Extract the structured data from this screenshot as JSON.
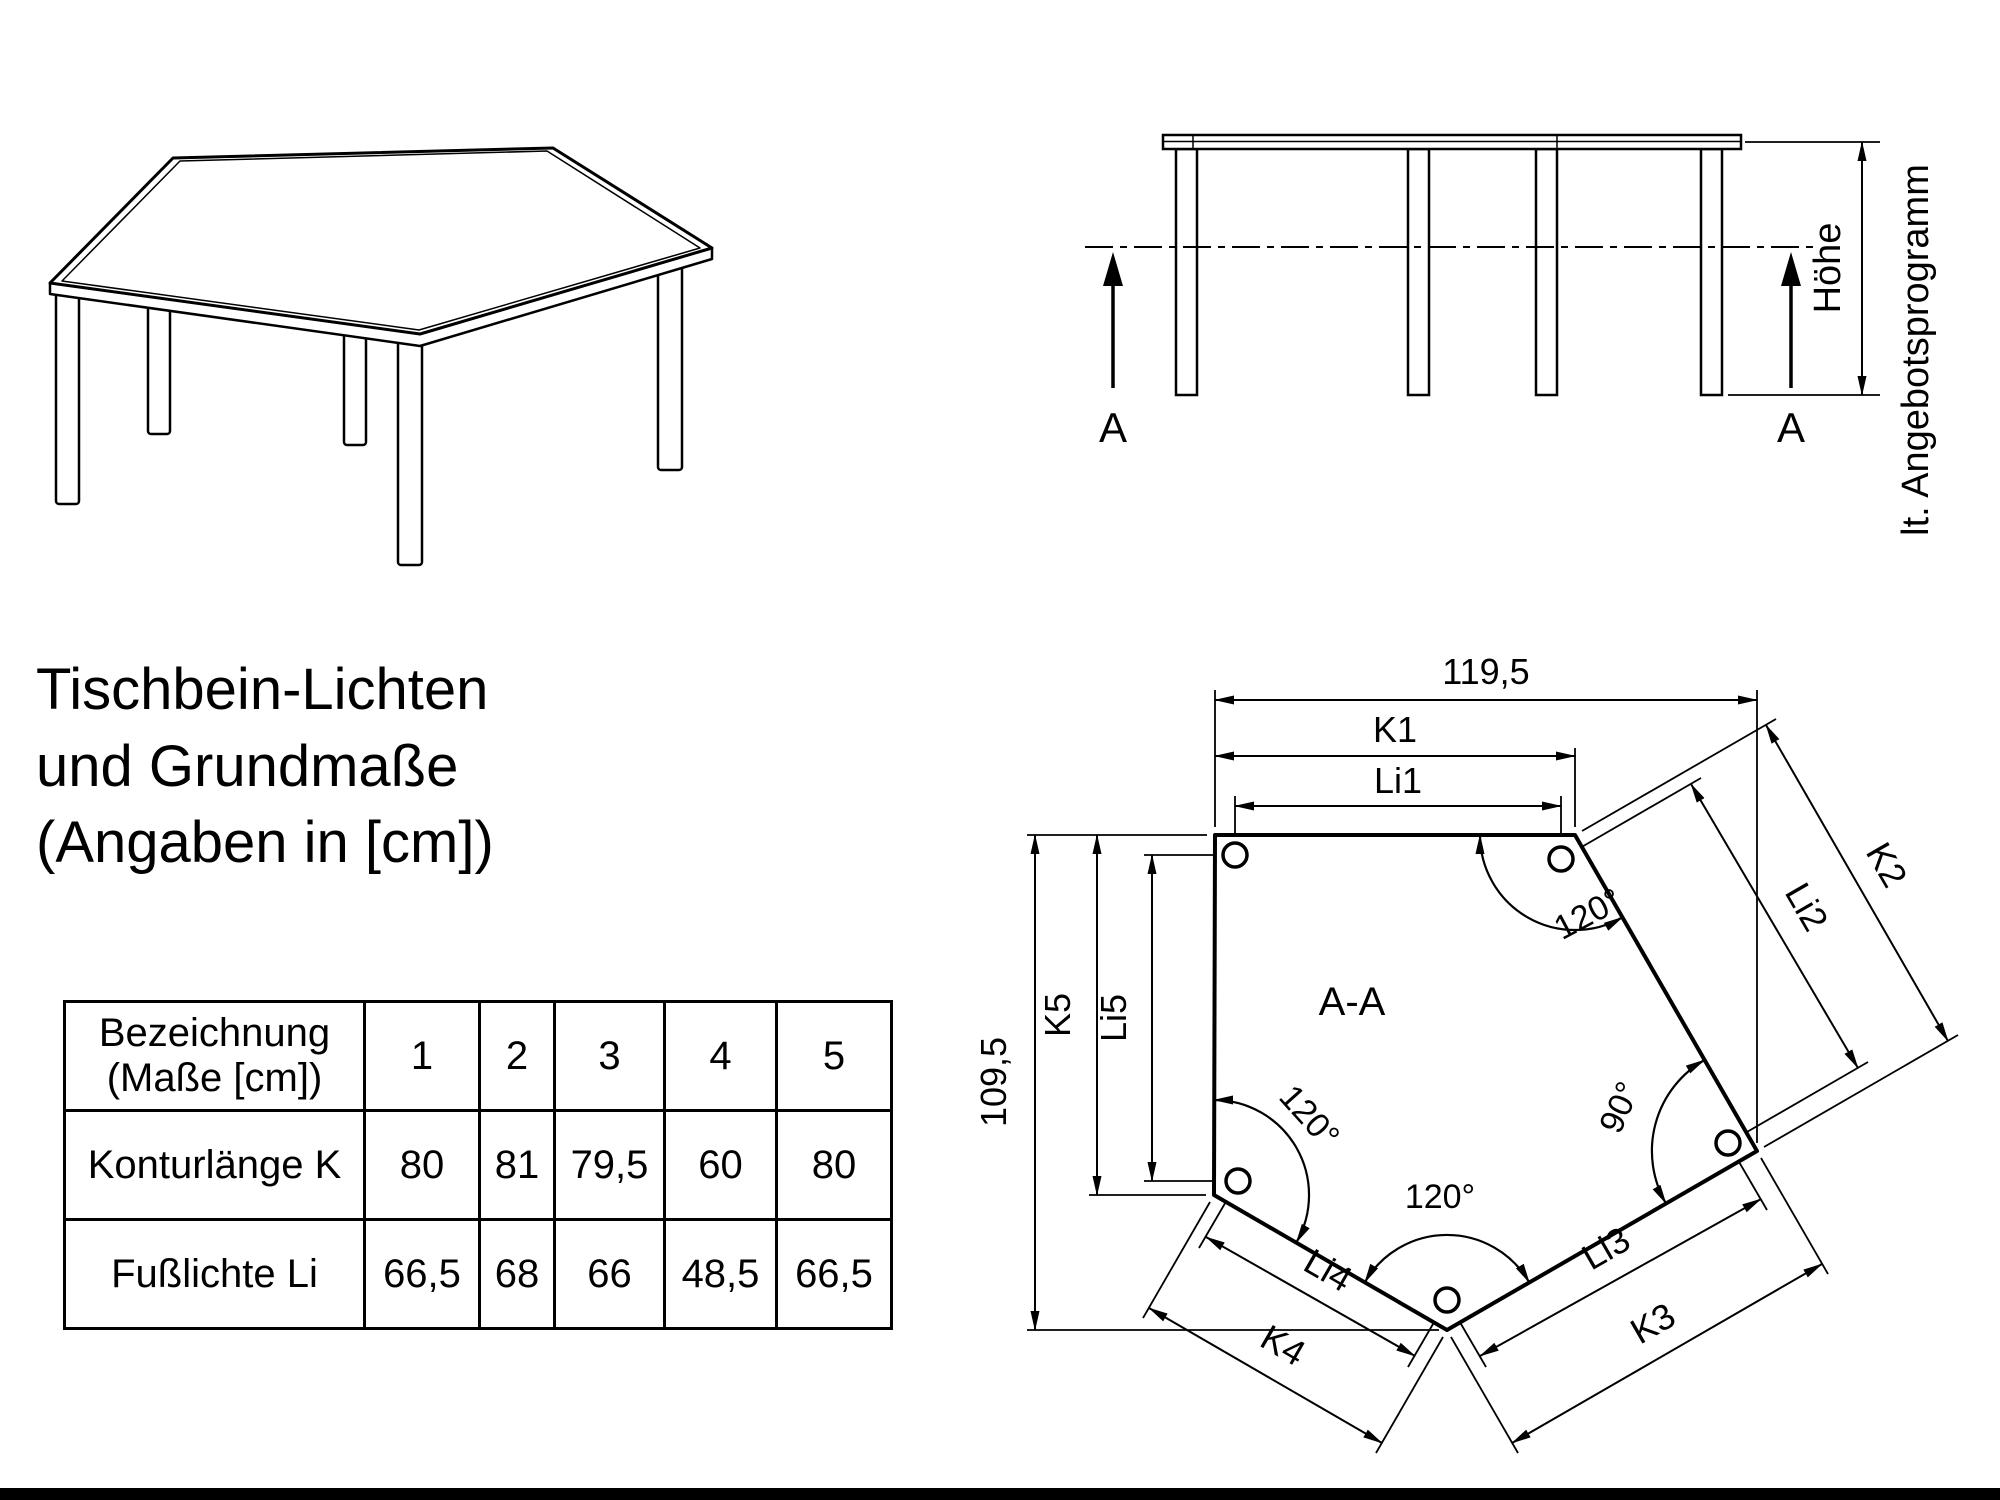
{
  "colors": {
    "ink": "#000000",
    "paper": "#ffffff"
  },
  "title": {
    "line1": "Tischbein-Lichten",
    "line2": "und Grundmaße",
    "line3": "(Angaben in [cm])"
  },
  "side_view": {
    "section_arrow_left": "A",
    "section_arrow_right": "A",
    "height_dim": "Höhe",
    "program_note": "lt. Angebotsprogramm"
  },
  "plan_view": {
    "section_title": "A-A",
    "overall_width": "119,5",
    "overall_height": "109,5",
    "k1": "K1",
    "li1": "Li1",
    "k2": "K2",
    "li2": "Li2",
    "k3": "K3",
    "li3": "Li3",
    "k4": "K4",
    "li4": "Li4",
    "k5": "K5",
    "li5": "Li5",
    "angle_top_right": "120°",
    "angle_left": "120°",
    "angle_bottom": "120°",
    "angle_right": "90°"
  },
  "table": {
    "header_label_line1": "Bezeichnung",
    "header_label_line2": "(Maße [cm])",
    "columns": [
      "1",
      "2",
      "3",
      "4",
      "5"
    ],
    "rows": [
      {
        "label": "Konturlänge K",
        "values": [
          "80",
          "81",
          "79,5",
          "60",
          "80"
        ]
      },
      {
        "label": "Fußlichte Li",
        "values": [
          "66,5",
          "68",
          "66",
          "48,5",
          "66,5"
        ]
      }
    ]
  }
}
